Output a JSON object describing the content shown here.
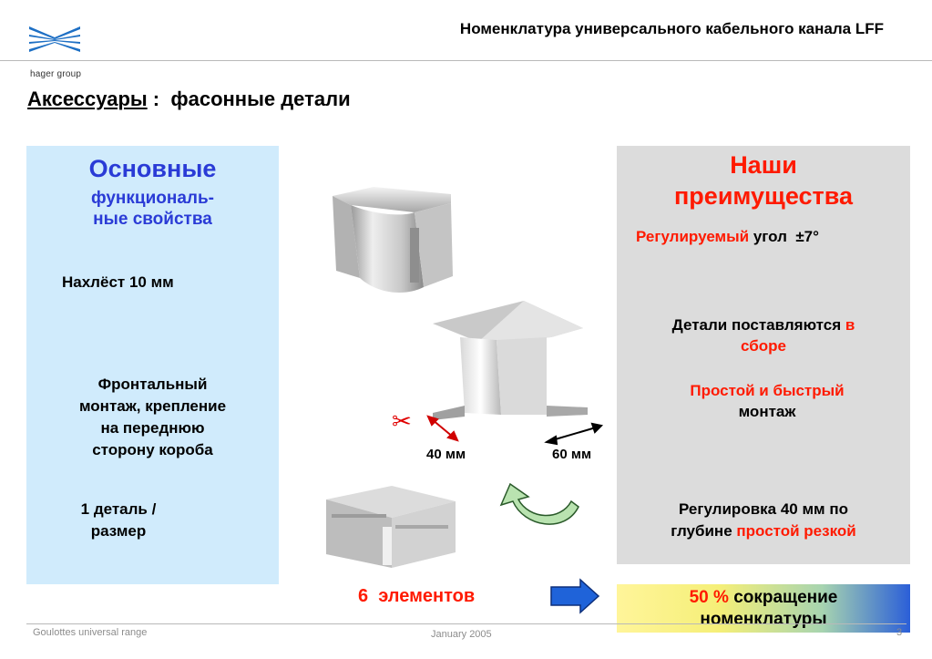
{
  "header": {
    "title": "Номенклатура универсального кабельного канала LFF",
    "logo_text": "hager group"
  },
  "section": {
    "title_underlined": "Аксессуары",
    "title_sep": " : ",
    "title_rest": " фасонные детали"
  },
  "left_panel": {
    "heading_line1": "Основные",
    "heading_line2": "функциональ-",
    "heading_line3": "ные свойства",
    "item1": "Нахлёст 10 мм",
    "item2_line1": "Фронтальный",
    "item2_line2": "монтаж,  крепление",
    "item2_line3": "на переднюю",
    "item2_line4": "сторону короба",
    "item3_line1": "1 деталь /",
    "item3_line2": "размер"
  },
  "right_panel": {
    "heading_line1": "Наши",
    "heading_line2": "преимущества",
    "adv1_red": "Регулируемый",
    "adv1_rest": " угол  ±7°",
    "adv2_black": "Детали поставляются ",
    "adv2_red1": "в",
    "adv2_red2": "сборе",
    "adv3_red": "Простой и быстрый",
    "adv3_black": "монтаж",
    "adv4_line1": "Регулировка 40 мм по",
    "adv4_black2": "глубине ",
    "adv4_red": "простой резкой"
  },
  "center": {
    "dim1": "40 мм",
    "dim2": "60 мм",
    "elements_count": "6",
    "elements_label": "элементов"
  },
  "result": {
    "percent": "50 %",
    "line1_rest": " сокращение",
    "line2": "номенклатуры"
  },
  "footer": {
    "left": "Goulottes universal range",
    "date": "January 2005",
    "page": "3"
  },
  "colors": {
    "left_panel": "#d0ebfc",
    "right_panel": "#dcdcdc",
    "accent_red": "#ff1a00",
    "heading_blue": "#2a3bd6",
    "arrow_blue": "#1f63d9"
  }
}
